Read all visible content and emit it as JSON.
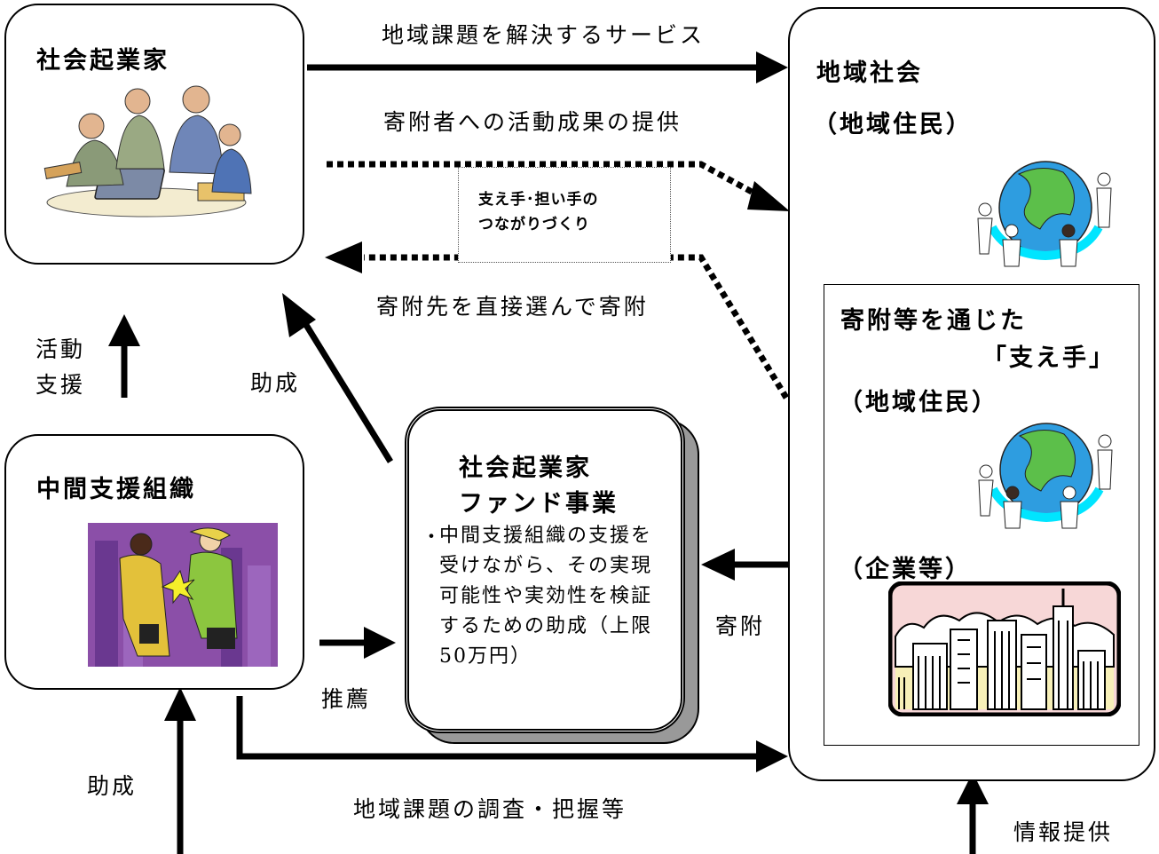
{
  "entrepreneur": {
    "title": "社会起業家"
  },
  "community": {
    "title": "地域社会",
    "subtitle": "（地域住民）",
    "supporters": {
      "title_line1": "寄附等を通じた",
      "title_line2": "「支え手」",
      "residents": "（地域住民）",
      "companies": "（企業等）"
    }
  },
  "intermediary": {
    "title": "中間支援組織"
  },
  "fund": {
    "title_line1": "社会起業家",
    "title_line2": "ファンド事業",
    "bullet": "・",
    "description": "中間支援組織の支援を受けながら、その実現可能性や実効性を検証するための助成（上限 50万円）"
  },
  "connection_box": {
    "line1": "支え手･担い手の",
    "line2": "つながりづくり"
  },
  "flows": {
    "service": "地域課題を解決するサービス",
    "results": "寄附者への活動成果の提供",
    "direct_donation": "寄附先を直接選んで寄附",
    "activity_support_1": "活動",
    "activity_support_2": "支援",
    "grant_upper": "助成",
    "grant_lower": "助成",
    "donation": "寄附",
    "recommendation": "推薦",
    "research": "地域課題の調査・把握等",
    "info_provision": "情報提供"
  }
}
